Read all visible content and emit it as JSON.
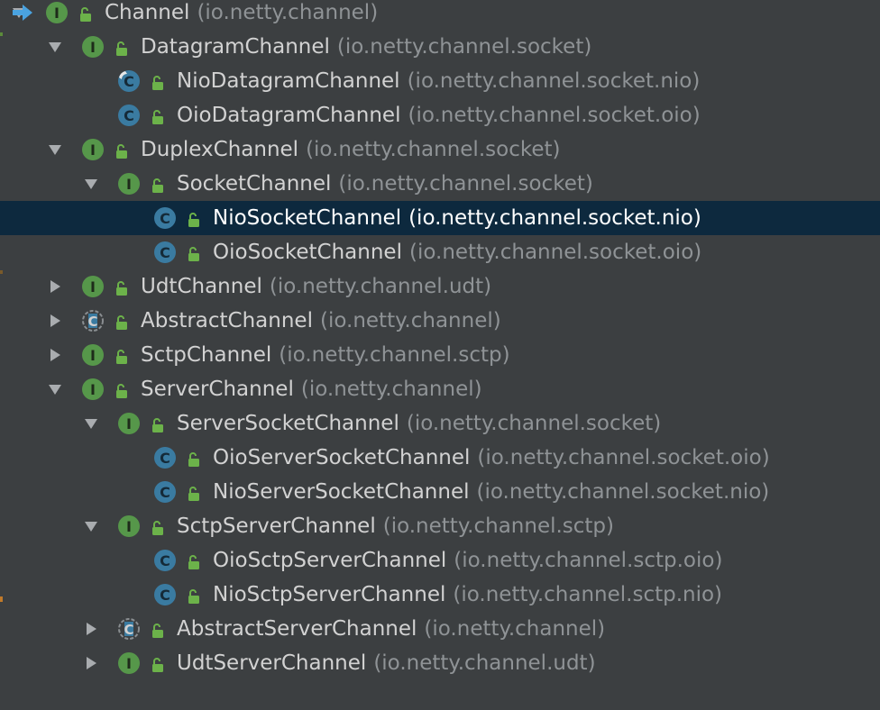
{
  "colors": {
    "background": "#3c3f41",
    "selection": "#0d293e",
    "interface_icon": "#56974a",
    "class_icon": "#3a7ba1",
    "abstract_icon": "#8a8e91",
    "lock_icon": "#6cb24a",
    "name_text": "#d2d2d2",
    "package_text": "#8f9396",
    "pointer_arrow": "#4aa3e0"
  },
  "tree": [
    {
      "name": "Channel",
      "pkg": "(io.netty.channel)",
      "kind": "interface",
      "toggle": "expanded",
      "depth": 0,
      "marker": "arrow-pointer",
      "selected": false
    },
    {
      "name": "DatagramChannel",
      "pkg": "(io.netty.channel.socket)",
      "kind": "interface",
      "toggle": "expanded",
      "depth": 1,
      "selected": false
    },
    {
      "name": "NioDatagramChannel",
      "pkg": "(io.netty.channel.socket.nio)",
      "kind": "class",
      "toggle": "none",
      "depth": 2,
      "badge": "override",
      "selected": false
    },
    {
      "name": "OioDatagramChannel",
      "pkg": "(io.netty.channel.socket.oio)",
      "kind": "class",
      "toggle": "none",
      "depth": 2,
      "selected": false
    },
    {
      "name": "DuplexChannel",
      "pkg": "(io.netty.channel.socket)",
      "kind": "interface",
      "toggle": "expanded",
      "depth": 1,
      "selected": false
    },
    {
      "name": "SocketChannel",
      "pkg": "(io.netty.channel.socket)",
      "kind": "interface",
      "toggle": "expanded",
      "depth": 2,
      "selected": false
    },
    {
      "name": "NioSocketChannel",
      "pkg": "(io.netty.channel.socket.nio)",
      "kind": "class",
      "toggle": "none",
      "depth": 3,
      "selected": true
    },
    {
      "name": "OioSocketChannel",
      "pkg": "(io.netty.channel.socket.oio)",
      "kind": "class",
      "toggle": "none",
      "depth": 3,
      "selected": false
    },
    {
      "name": "UdtChannel",
      "pkg": "(io.netty.channel.udt)",
      "kind": "interface",
      "toggle": "collapsed",
      "depth": 1,
      "selected": false
    },
    {
      "name": "AbstractChannel",
      "pkg": "(io.netty.channel)",
      "kind": "abstract",
      "toggle": "collapsed",
      "depth": 1,
      "selected": false
    },
    {
      "name": "SctpChannel",
      "pkg": "(io.netty.channel.sctp)",
      "kind": "interface",
      "toggle": "collapsed",
      "depth": 1,
      "selected": false
    },
    {
      "name": "ServerChannel",
      "pkg": "(io.netty.channel)",
      "kind": "interface",
      "toggle": "expanded",
      "depth": 1,
      "selected": false
    },
    {
      "name": "ServerSocketChannel",
      "pkg": "(io.netty.channel.socket)",
      "kind": "interface",
      "toggle": "expanded",
      "depth": 2,
      "selected": false
    },
    {
      "name": "OioServerSocketChannel",
      "pkg": "(io.netty.channel.socket.oio)",
      "kind": "class",
      "toggle": "none",
      "depth": 3,
      "selected": false
    },
    {
      "name": "NioServerSocketChannel",
      "pkg": "(io.netty.channel.socket.nio)",
      "kind": "class",
      "toggle": "none",
      "depth": 3,
      "selected": false
    },
    {
      "name": "SctpServerChannel",
      "pkg": "(io.netty.channel.sctp)",
      "kind": "interface",
      "toggle": "expanded",
      "depth": 2,
      "selected": false
    },
    {
      "name": "OioSctpServerChannel",
      "pkg": "(io.netty.channel.sctp.oio)",
      "kind": "class",
      "toggle": "none",
      "depth": 3,
      "selected": false
    },
    {
      "name": "NioSctpServerChannel",
      "pkg": "(io.netty.channel.sctp.nio)",
      "kind": "class",
      "toggle": "none",
      "depth": 3,
      "selected": false
    },
    {
      "name": "AbstractServerChannel",
      "pkg": "(io.netty.channel)",
      "kind": "abstract",
      "toggle": "collapsed",
      "depth": 2,
      "selected": false
    },
    {
      "name": "UdtServerChannel",
      "pkg": "(io.netty.channel.udt)",
      "kind": "interface",
      "toggle": "collapsed",
      "depth": 2,
      "selected": false
    }
  ]
}
